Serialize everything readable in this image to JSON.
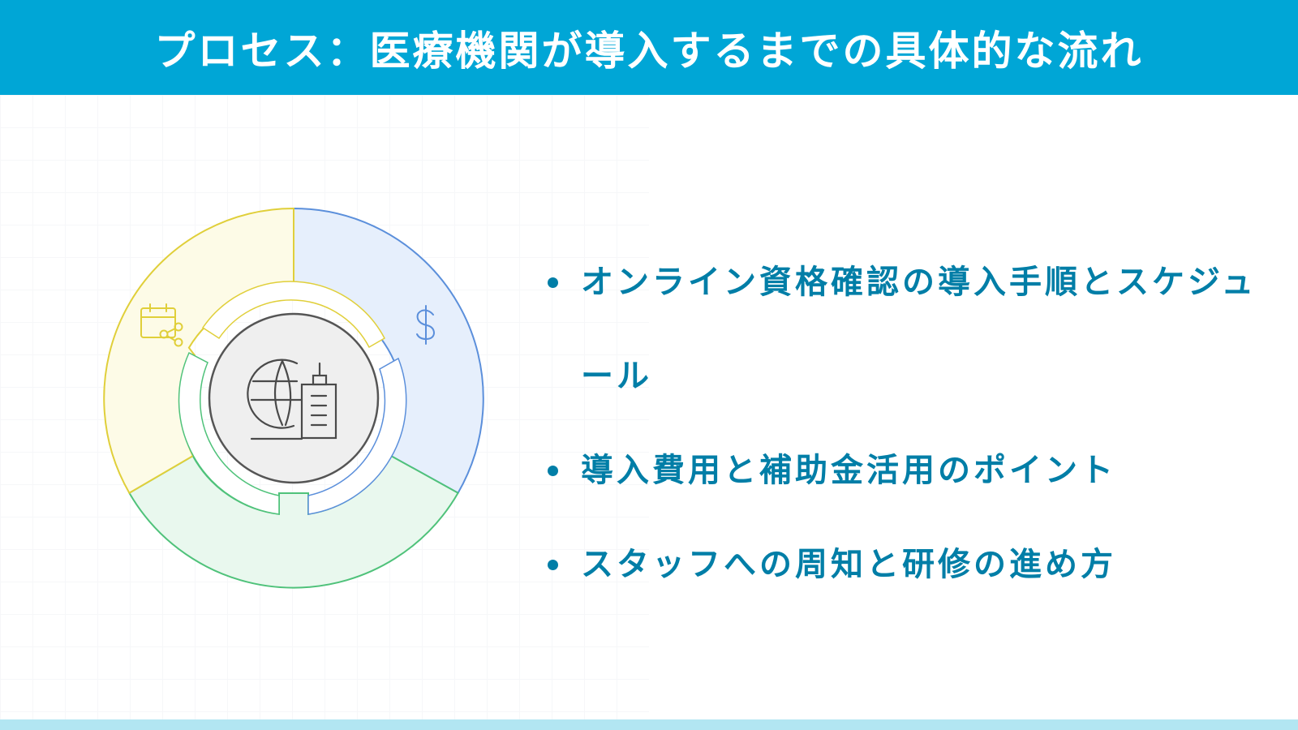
{
  "header": {
    "title": "プロセス：医療機関が導入するまでの具体的な流れ"
  },
  "bullets": [
    {
      "text": "オンライン資格確認の導入手順とスケジュール"
    },
    {
      "text": "導入費用と補助金活用のポイント"
    },
    {
      "text": "スタッフへの周知と研修の進め方"
    }
  ],
  "diagram": {
    "segments": [
      {
        "name": "cost",
        "icon": "dollar-icon",
        "fill": "#e6effc",
        "stroke": "#5b8fdb"
      },
      {
        "name": "staff",
        "icon": "none",
        "fill": "#e9f8ee",
        "stroke": "#4fc27a"
      },
      {
        "name": "schedule",
        "icon": "calendar-share-icon",
        "fill": "#fdfbe7",
        "stroke": "#e0cf3a"
      }
    ],
    "center_icon": "globe-building-icon",
    "colors": {
      "header": "#00a6d6",
      "bullet_text": "#007ea7",
      "center_fill": "#efefef",
      "center_stroke": "#555555"
    }
  }
}
